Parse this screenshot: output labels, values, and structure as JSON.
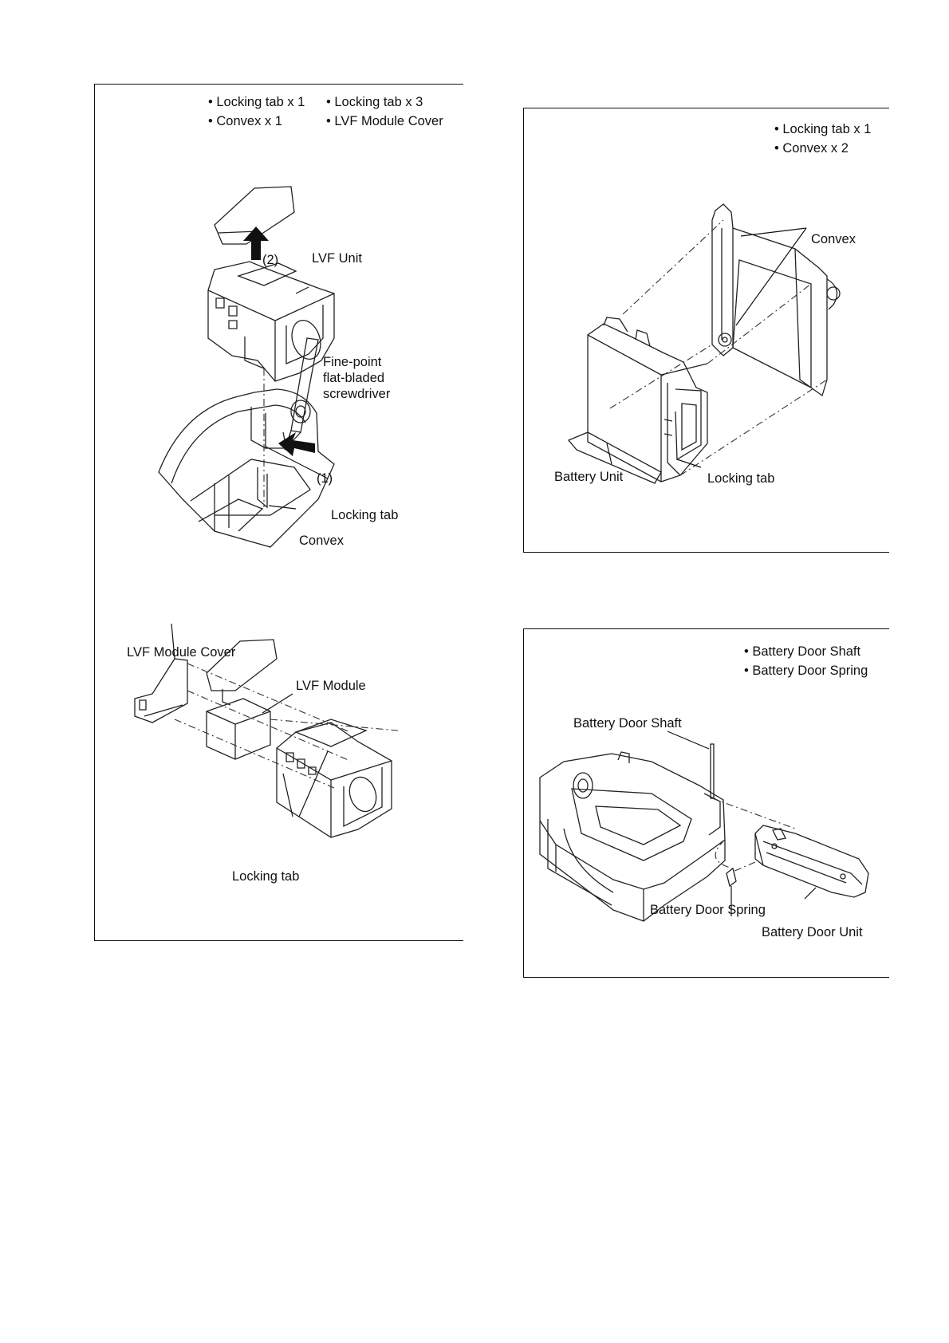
{
  "panel_lvf": {
    "notes_left": [
      "Locking tab x 1",
      "Convex x 1"
    ],
    "notes_right": [
      "Locking tab x 3",
      "LVF Module Cover"
    ],
    "labels": {
      "step2": "(2)",
      "lvf_unit": "LVF Unit",
      "screwdriver_l1": "Fine-point",
      "screwdriver_l2": "flat-bladed",
      "screwdriver_l3": "screwdriver",
      "step1": "(1)",
      "locking_tab": "Locking tab",
      "convex": "Convex",
      "module_cover": "LVF Module Cover",
      "lvf_module": "LVF Module",
      "locking_tab2": "Locking tab"
    }
  },
  "panel_battery_unit": {
    "notes": [
      "Locking tab x 1",
      "Convex x 2"
    ],
    "labels": {
      "convex": "Convex",
      "battery_unit": "Battery Unit",
      "locking_tab": "Locking tab"
    }
  },
  "panel_battery_door": {
    "notes": [
      "Battery Door Shaft",
      "Battery Door Spring"
    ],
    "labels": {
      "shaft": "Battery Door Shaft",
      "spring": "Battery Door Spring",
      "door_unit": "Battery Door Unit"
    }
  }
}
